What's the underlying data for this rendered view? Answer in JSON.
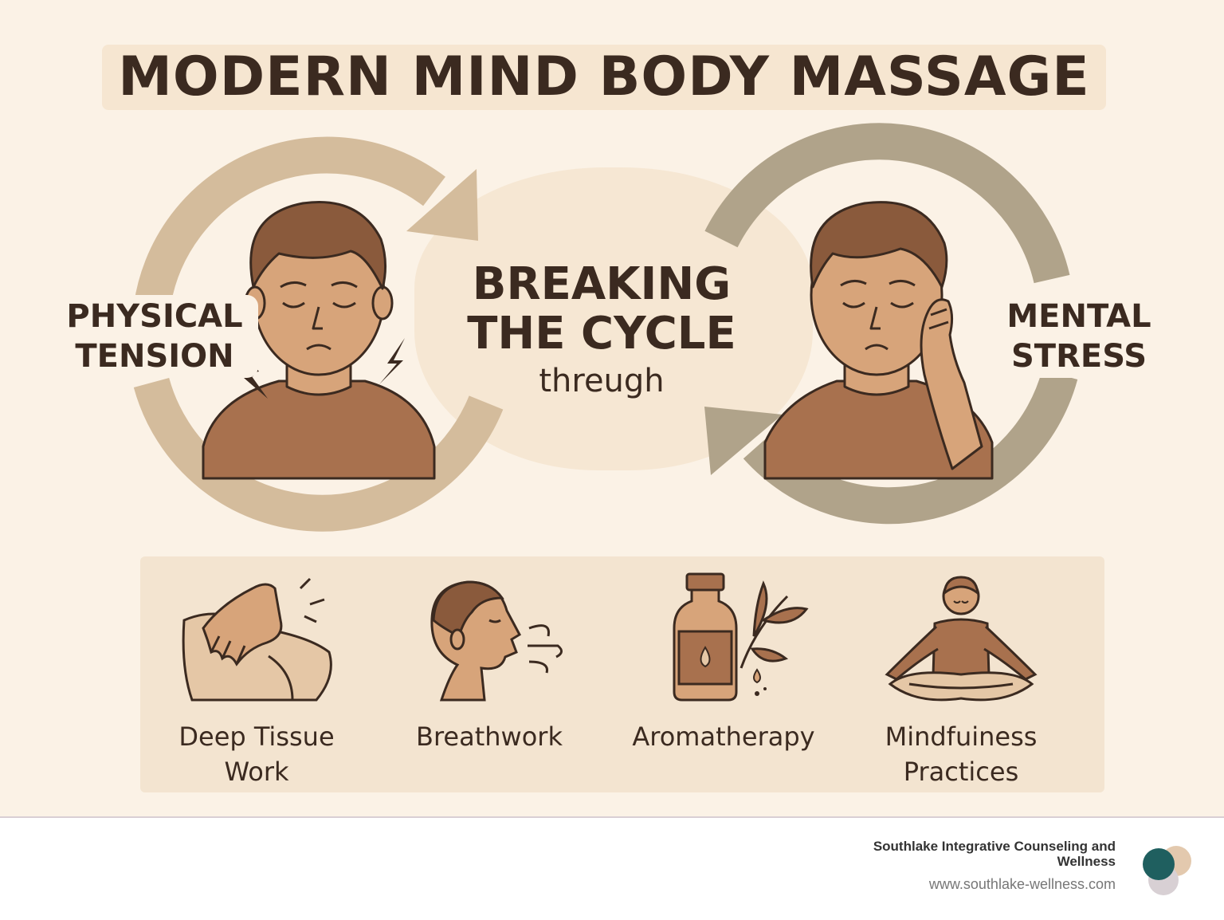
{
  "title": "MODERN MIND BODY MASSAGE",
  "cycle": {
    "left_label": [
      "PHYSICAL",
      "TENSION"
    ],
    "right_label": [
      "MENTAL",
      "STRESS"
    ],
    "center_lines": [
      "BREAKING",
      "THE CYCLE"
    ],
    "center_sub": "threugh"
  },
  "practices": [
    {
      "label_lines": [
        "Deep Tissue",
        "Work"
      ],
      "icon": "massage-hand-icon"
    },
    {
      "label_lines": [
        "Breathwork"
      ],
      "icon": "breathing-head-icon"
    },
    {
      "label_lines": [
        "Aromatherapy"
      ],
      "icon": "oil-bottle-icon"
    },
    {
      "label_lines": [
        "Mindfuiness",
        "Practices"
      ],
      "icon": "meditation-figure-icon"
    }
  ],
  "footer": {
    "organization": "Southlake Integrative Counseling and Wellness",
    "url": "www.southlake-wellness.com"
  },
  "colors": {
    "background": "#fbf2e6",
    "left_cycle_arrow": "#d4bc9c",
    "right_cycle_arrow": "#b0a38a",
    "skin": "#d7a47a",
    "hair": "#8a5a3c",
    "shirt": "#a8714e",
    "text": "#3b2a20",
    "logo_teal": "#1f5f5f",
    "logo_beige": "#e3c9ae",
    "logo_grey": "#d8d0d4"
  }
}
